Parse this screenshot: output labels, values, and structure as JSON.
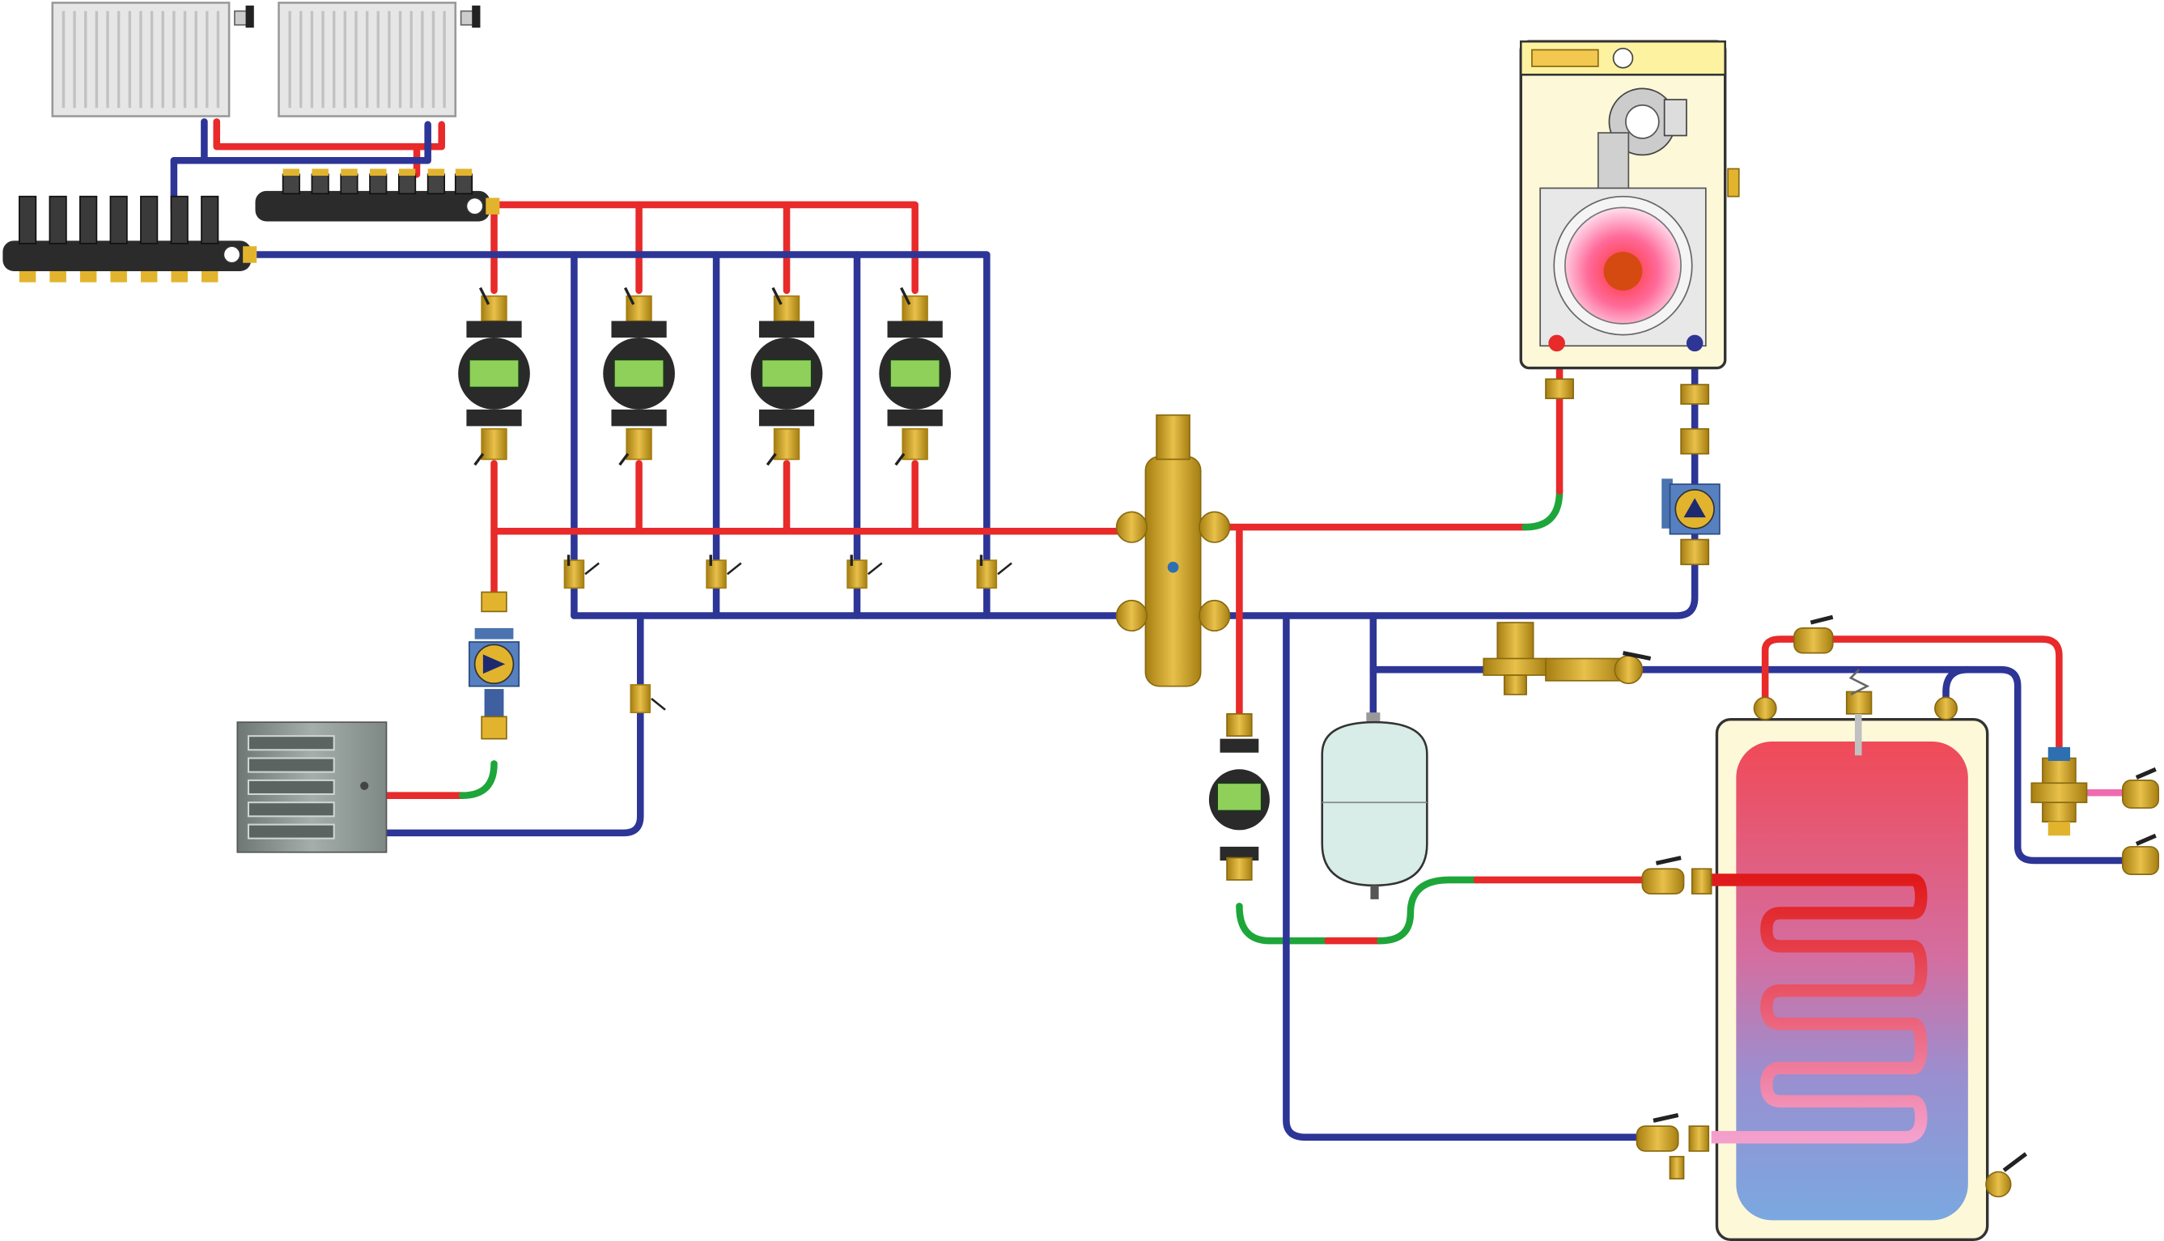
{
  "diagram": {
    "description_labels": [],
    "colors": {
      "supply": "#e82a2a",
      "return": "#2d3596",
      "transition": "#1ea63a",
      "coil_hot": "#e01a1a",
      "coil_cool": "#f08ac0",
      "brass": "#e2b42e",
      "brass_dark": "#a67f12",
      "pump_body": "#2a2a2a",
      "pump_screen": "#8fd05a",
      "boiler_body": "#fdf8d8",
      "boiler_outline": "#333333",
      "tank_hot": "#f04a58",
      "tank_cold": "#7aa8e0",
      "tank_shell": "#fdf8d8",
      "expansion_tank": "#d8ece8",
      "radiator": "#e6e6e6",
      "unit_heater": "#8a9490",
      "manifold": "#2b2b2b"
    },
    "components": {
      "radiators": 2,
      "manifold_ports_lower": 7,
      "manifold_ports_upper": 7,
      "zone_circulators": 4,
      "boiler_circulator": 1,
      "dhw_circulator": 1,
      "unit_heater_circulator": 1,
      "hydraulic_separator": 1,
      "expansion_tank": 1,
      "indirect_water_heater": 1,
      "mixing_valve": 1
    }
  }
}
